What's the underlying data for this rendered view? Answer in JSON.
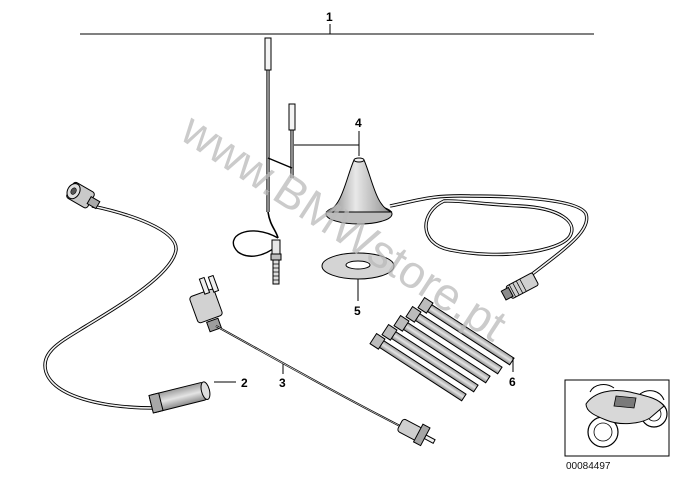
{
  "callouts": {
    "c1": "1",
    "c2": "2",
    "c3": "3",
    "c4": "4",
    "c5": "5",
    "c6": "6"
  },
  "watermark": "www.BMWstore.pt",
  "diagram_id": "00084497",
  "colors": {
    "line": "#000000",
    "part_fill": "#d8d8d8",
    "part_shade": "#9a9a9a",
    "watermark": "#b9b9b9"
  }
}
